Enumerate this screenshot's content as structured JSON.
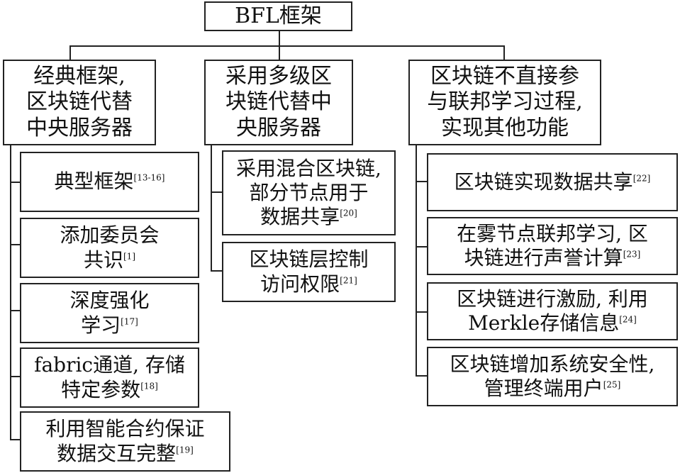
{
  "root": {
    "label": "BFL框架"
  },
  "columns": [
    {
      "label": "经典框架,\n区块链代替\n中央服务器",
      "items": [
        {
          "text": "典型框架",
          "ref": "[13-16]"
        },
        {
          "text": "添加委员会\n共识",
          "ref": "[1]"
        },
        {
          "text": "深度强化\n学习",
          "ref": "[17]"
        },
        {
          "text": "fabric通道, 存储\n特定参数",
          "ref": "[18]"
        },
        {
          "text": "利用智能合约保证\n数据交互完整",
          "ref": "[19]"
        }
      ]
    },
    {
      "label": "采用多级区\n块链代替中\n央服务器",
      "items": [
        {
          "text": "采用混合区块链,\n部分节点用于\n数据共享",
          "ref": "[20]"
        },
        {
          "text": "区块链层控制\n访问权限",
          "ref": "[21]"
        }
      ]
    },
    {
      "label": "区块链不直接参\n与联邦学习过程,\n实现其他功能",
      "items": [
        {
          "text": "区块链实现数据共享",
          "ref": "[22]"
        },
        {
          "text": "在雾节点联邦学习, 区\n块链进行声誉计算",
          "ref": "[23]"
        },
        {
          "text": "区块链进行激励, 利用\nMerkle存储信息",
          "ref": "[24]"
        },
        {
          "text": "区块链增加系统安全性,\n管理终端用户",
          "ref": "[25]"
        }
      ]
    }
  ]
}
